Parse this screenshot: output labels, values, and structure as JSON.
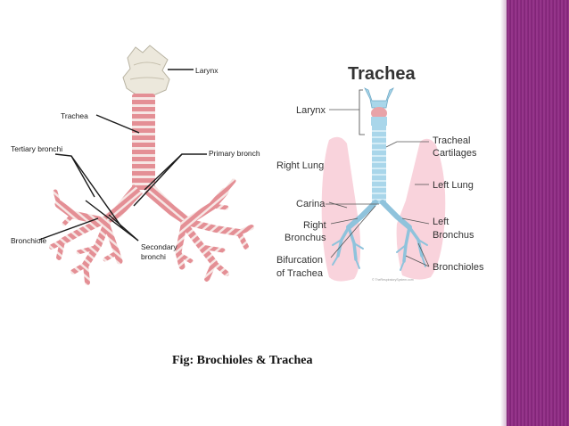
{
  "slide": {
    "caption": "Fig: Brochioles & Trachea",
    "colors": {
      "side_band": "#8f2a84",
      "airway_pink": "#e48f95",
      "ring_white": "#f6e6e4",
      "lung_pink": "#f9d3dc",
      "trachea_blue": "#a9d6ea"
    }
  },
  "left_diagram": {
    "labels": {
      "larynx": "Larynx",
      "trachea": "Trachea",
      "tertiary_bronchi": "Tertiary bronchi",
      "primary_bronch": "Primary bronch",
      "bronchiole": "Bronchiole",
      "secondary_bronchi_line1": "Secondary",
      "secondary_bronchi_line2": "bronchi"
    }
  },
  "right_diagram": {
    "title": "Trachea",
    "labels": {
      "larynx": "Larynx",
      "tracheal_cartilages_line1": "Tracheal",
      "tracheal_cartilages_line2": "Cartilages",
      "right_lung": "Right Lung",
      "left_lung": "Left Lung",
      "carina": "Carina",
      "right_bronchus_line1": "Right",
      "right_bronchus_line2": "Bronchus",
      "left_bronchus_line1": "Left",
      "left_bronchus_line2": "Bronchus",
      "bifurcation_line1": "Bifurcation",
      "bifurcation_line2": "of Trachea",
      "bronchioles": "Bronchioles",
      "credit": "© TheRespiratorySystem.com"
    }
  }
}
